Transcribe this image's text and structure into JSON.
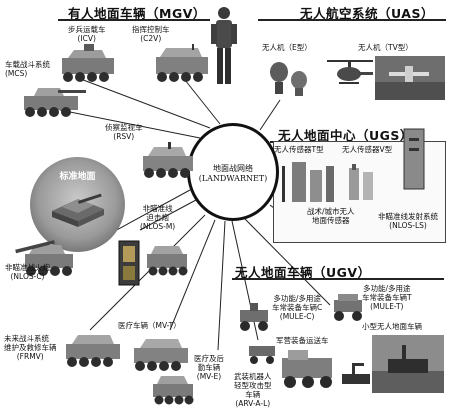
{
  "headings": {
    "mgv": "有人地面车辆（MGV）",
    "uas": "无人航空系统（UAS）",
    "ugs": "无人地面中心（UGS）",
    "ugv": "无人地面车辆（UGV）"
  },
  "center": {
    "line1": "地面战网络",
    "line2": "(LANDWARNET)"
  },
  "mgv": {
    "icv": {
      "name": "步兵运载车",
      "code": "(ICV)"
    },
    "c2v": {
      "name": "指挥控制车",
      "code": "(C2V)"
    },
    "mcs": {
      "name": "车载战斗系统",
      "code": "(MCS)"
    },
    "rsv": {
      "name": "侦察监视车",
      "code": "(RSV)"
    },
    "standard": {
      "name": "标准地面"
    },
    "nlos_m": {
      "name1": "非瞄准线",
      "name2": "迫击炮",
      "code": "(NLOS-M)"
    },
    "nlos_c": {
      "name": "非瞄准战火炮",
      "code": "(NLOS-C)"
    },
    "frmv": {
      "name1": "未来战斗系统",
      "name2": "维护及救修车辆",
      "code": "(FRMV)"
    },
    "mvt": {
      "name": "医疗车辆（MV-T）"
    },
    "mve": {
      "name1": "医疗及后",
      "name2": "勤车辆",
      "code": "(MV-E)"
    }
  },
  "uas": {
    "class_e": {
      "name": "无人机（E型）"
    },
    "class_tv": {
      "name": "无人机（TV型）"
    }
  },
  "ugs": {
    "sensor_t": {
      "name": "无人传感器T型"
    },
    "sensor_v": {
      "name": "无人传感器V型"
    },
    "urban": {
      "name1": "战术/城市无人",
      "name2": "地面传感器"
    },
    "nlos_ls": {
      "name": "非瞄准线发射系统",
      "code": "(NLOS-LS)"
    }
  },
  "ugv": {
    "mule_c": {
      "name1": "多功能/多用途",
      "name2": "车常装备车辆C",
      "code": "(MULE-C)"
    },
    "mule_t": {
      "name1": "多功能/多用途",
      "name2": "车常装备车辆T",
      "code": "(MULE-T)"
    },
    "small": {
      "name": "小型无人地面车辆"
    },
    "soldier": {
      "name": "军营装备运送车"
    },
    "arv": {
      "name1": "武装机器人",
      "name2": "轻型攻击型",
      "name3": "车辆",
      "code": "(ARV-A-L)"
    }
  }
}
